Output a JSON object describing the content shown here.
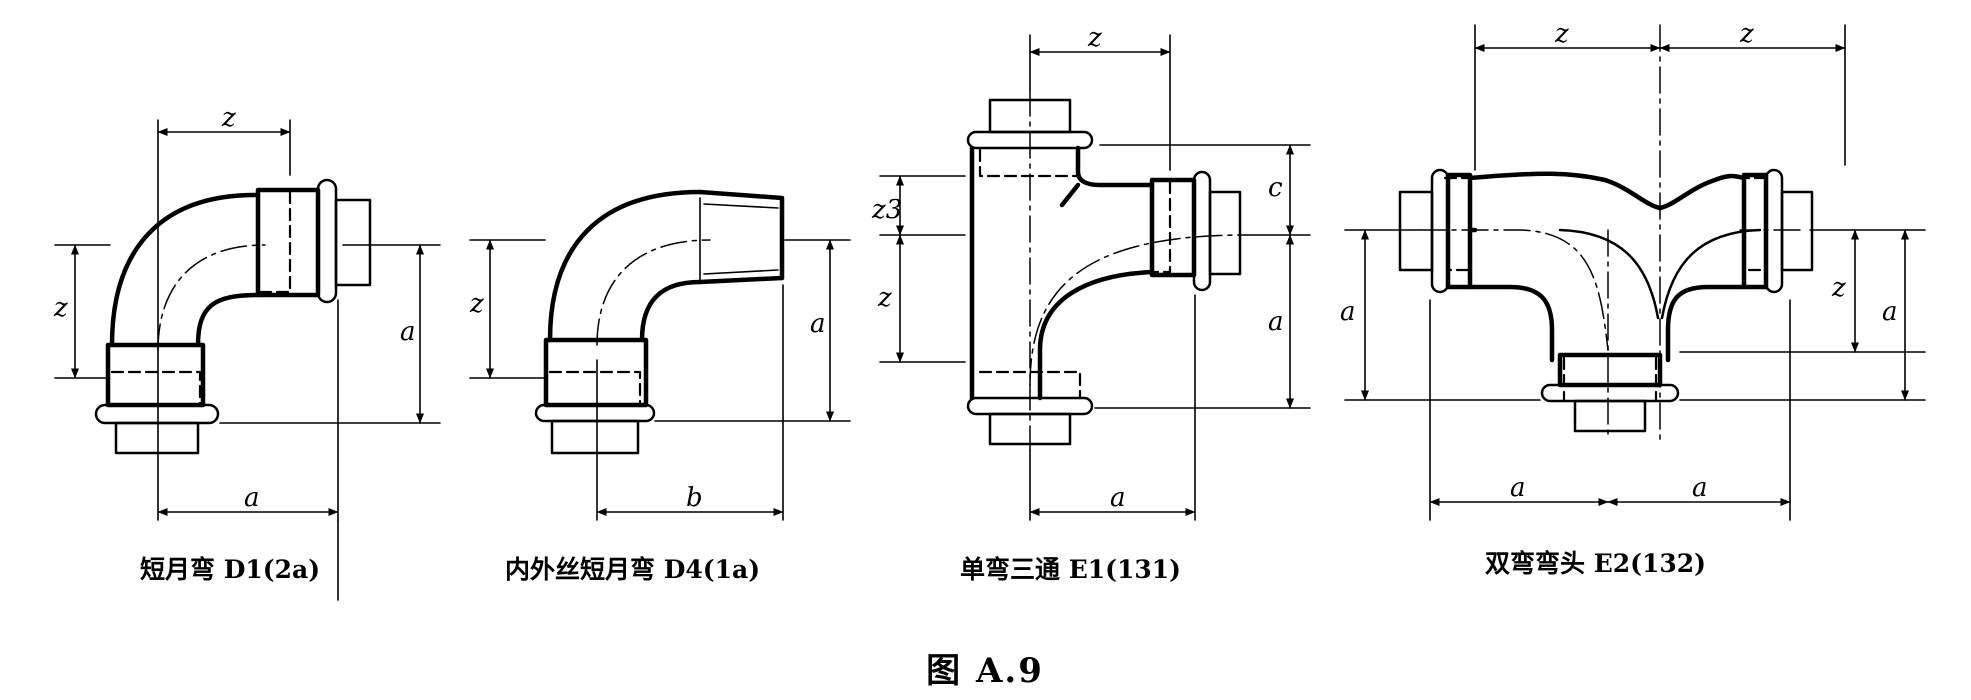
{
  "figure_title": "图 A.9",
  "fittings": [
    {
      "caption": "短月弯 D1(2a)",
      "dims": {
        "top": "z",
        "left": "z",
        "right": "a",
        "bottom": "a"
      }
    },
    {
      "caption": "内外丝短月弯 D4(1a)",
      "dims": {
        "left": "z",
        "right": "a",
        "bottom": "b"
      }
    },
    {
      "caption": "单弯三通 E1(131)",
      "dims": {
        "top": "z",
        "left_upper": "z3",
        "left_lower": "z",
        "right_upper": "c",
        "right_lower": "a",
        "bottom": "a"
      }
    },
    {
      "caption": "双弯弯头 E2(132)",
      "dims": {
        "top_left": "z",
        "top_right": "z",
        "left": "a",
        "right_inner": "z",
        "right_outer": "a",
        "bottom_left": "a",
        "bottom_right": "a"
      }
    }
  ]
}
